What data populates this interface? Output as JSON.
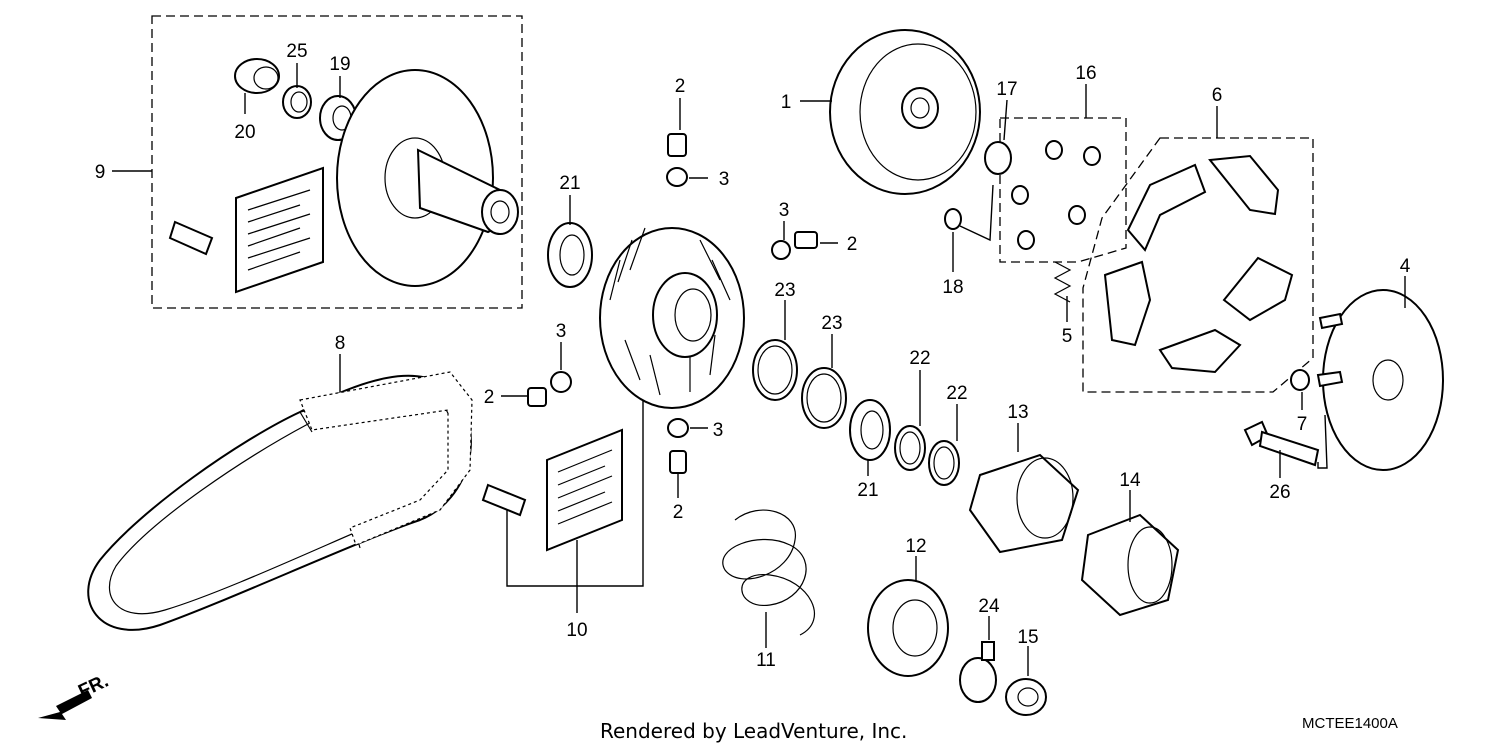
{
  "callouts": [
    {
      "id": "1",
      "text": "1"
    },
    {
      "id": "2a",
      "text": "2"
    },
    {
      "id": "2b",
      "text": "2"
    },
    {
      "id": "2c",
      "text": "2"
    },
    {
      "id": "2d",
      "text": "2"
    },
    {
      "id": "3a",
      "text": "3"
    },
    {
      "id": "3b",
      "text": "3"
    },
    {
      "id": "3c",
      "text": "3"
    },
    {
      "id": "3d",
      "text": "3"
    },
    {
      "id": "4",
      "text": "4"
    },
    {
      "id": "5",
      "text": "5"
    },
    {
      "id": "6",
      "text": "6"
    },
    {
      "id": "7",
      "text": "7"
    },
    {
      "id": "8",
      "text": "8"
    },
    {
      "id": "9",
      "text": "9"
    },
    {
      "id": "10",
      "text": "10"
    },
    {
      "id": "11",
      "text": "11"
    },
    {
      "id": "12",
      "text": "12"
    },
    {
      "id": "13",
      "text": "13"
    },
    {
      "id": "14",
      "text": "14"
    },
    {
      "id": "15",
      "text": "15"
    },
    {
      "id": "16",
      "text": "16"
    },
    {
      "id": "17",
      "text": "17"
    },
    {
      "id": "18",
      "text": "18"
    },
    {
      "id": "19",
      "text": "19"
    },
    {
      "id": "20",
      "text": "20"
    },
    {
      "id": "21a",
      "text": "21"
    },
    {
      "id": "21b",
      "text": "21"
    },
    {
      "id": "22a",
      "text": "22"
    },
    {
      "id": "22b",
      "text": "22"
    },
    {
      "id": "23a",
      "text": "23"
    },
    {
      "id": "23b",
      "text": "23"
    },
    {
      "id": "24",
      "text": "24"
    },
    {
      "id": "25",
      "text": "25"
    },
    {
      "id": "26",
      "text": "26"
    }
  ],
  "front_marker": "FR.",
  "credit": "Rendered by LeadVenture, Inc.",
  "diagram_code": "MCTEE1400A"
}
